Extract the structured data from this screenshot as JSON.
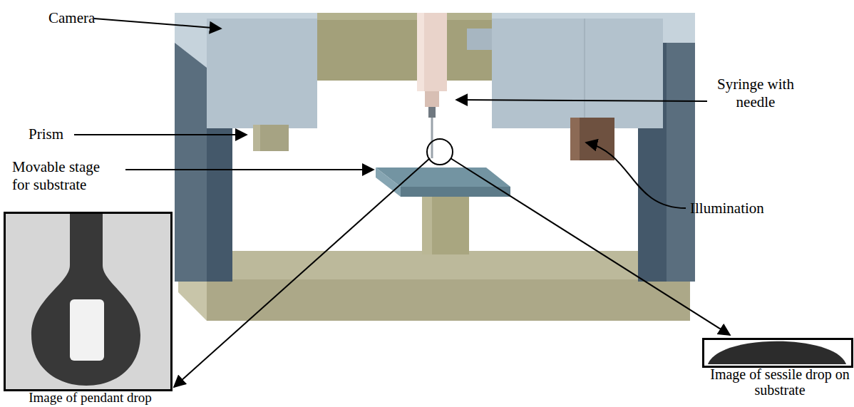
{
  "diagram": {
    "nodes": [
      {
        "text": [
          "Image of pendant drop"
        ]
      },
      {
        "text": [
          "Image of sessile drop on substrate"
        ]
      }
    ],
    "labels": [
      "Camera",
      "Prism",
      "Movable stage for substrate",
      "Syringe with needle",
      "Illumination"
    ]
  }
}
